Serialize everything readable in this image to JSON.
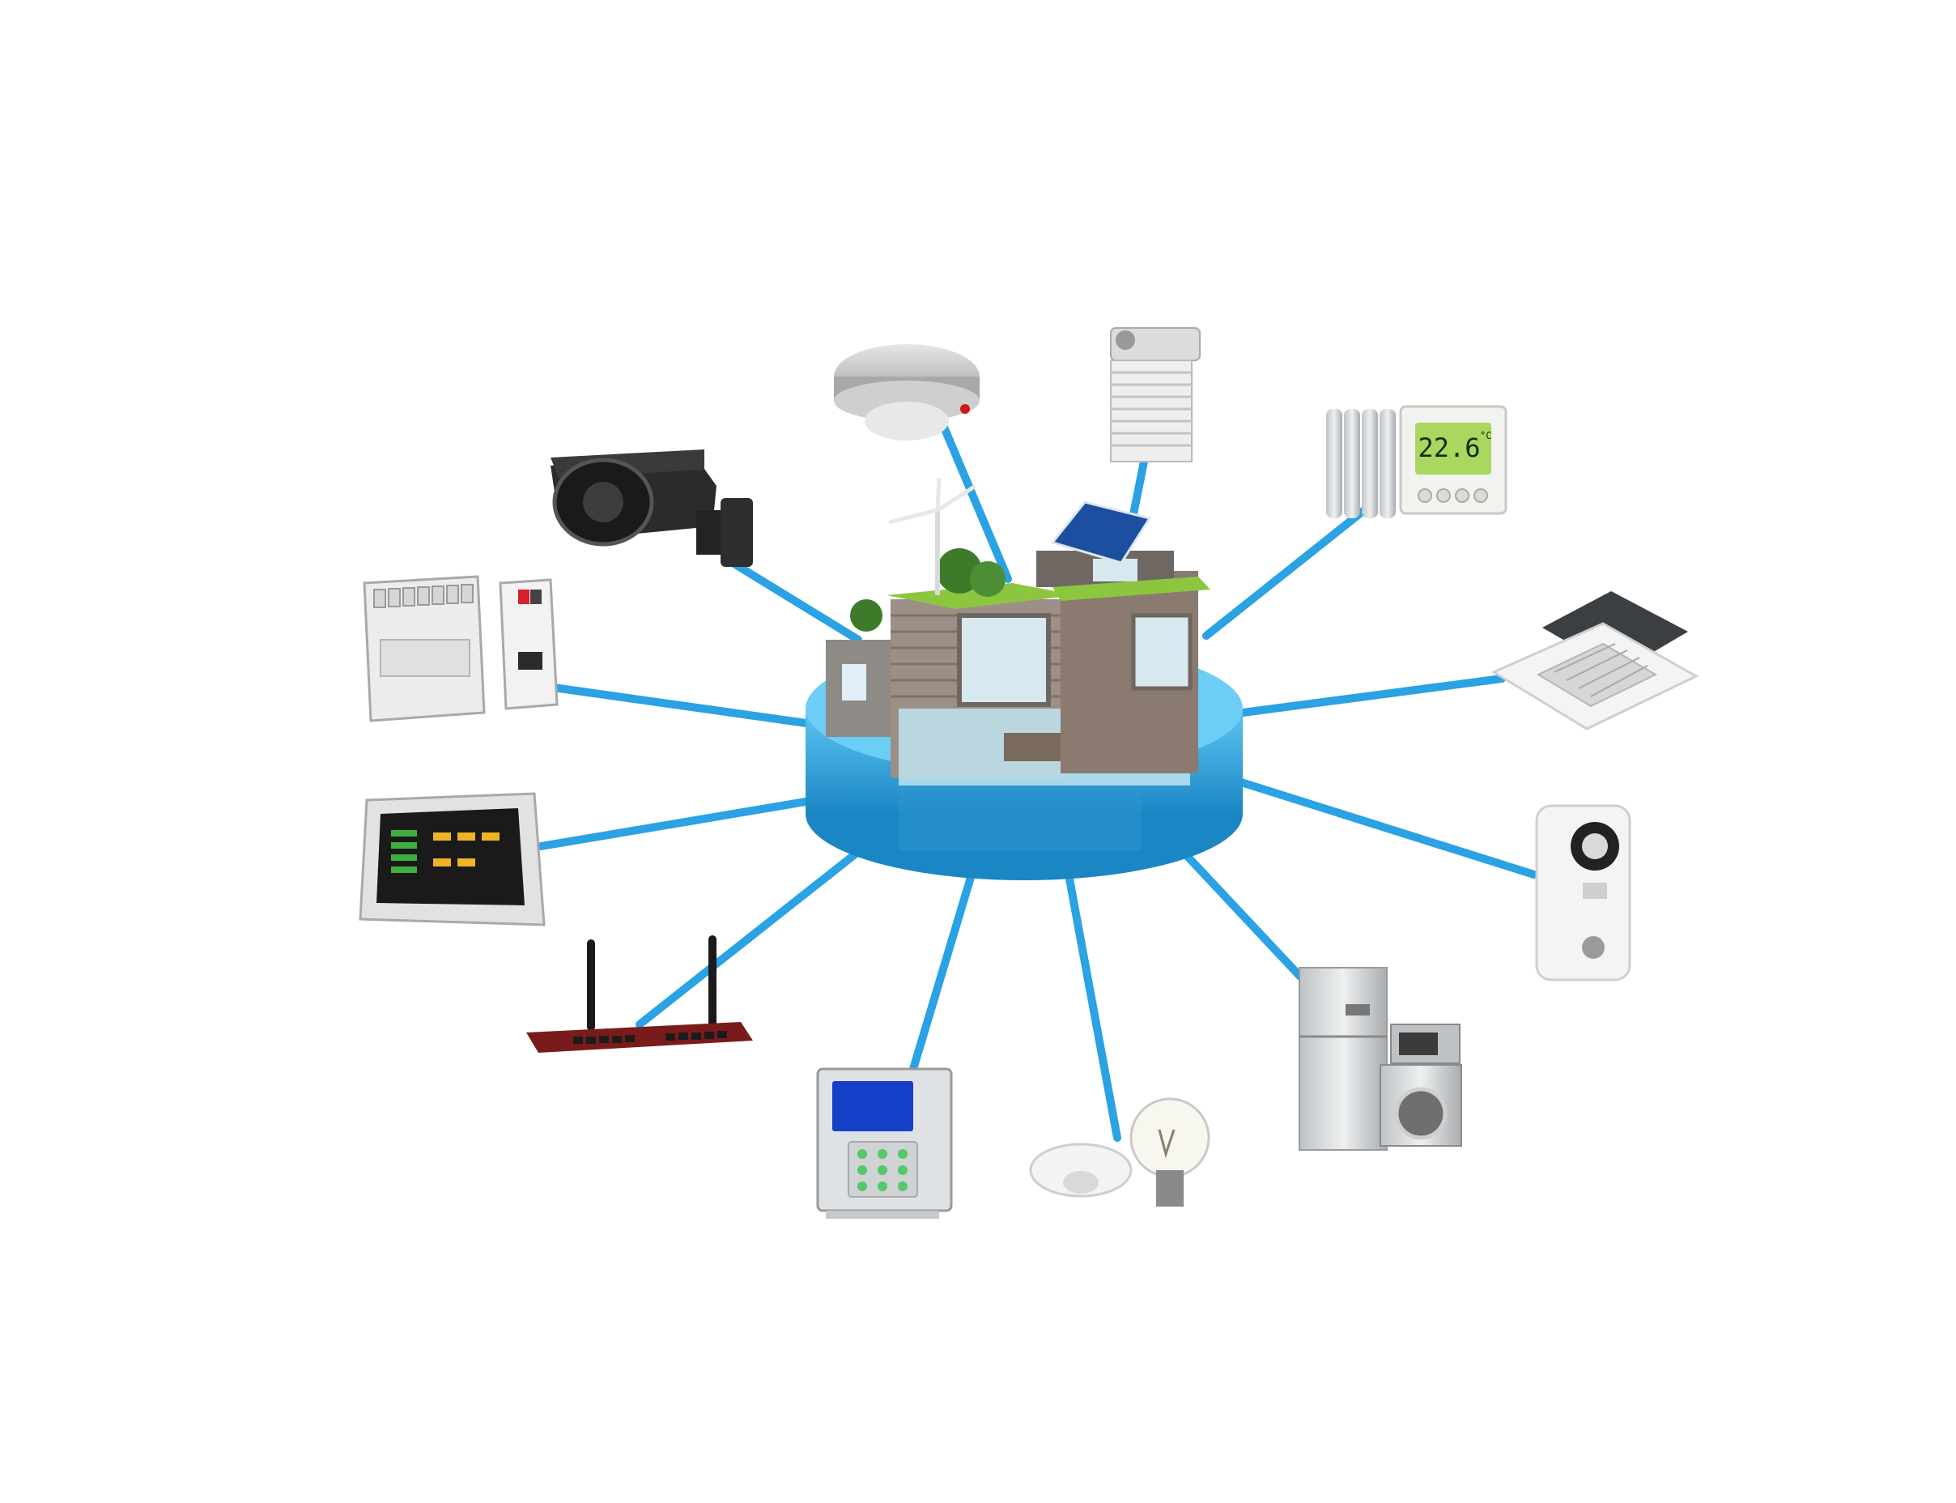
{
  "colors": {
    "connector": "#2aa2e3",
    "hub_water": "#3fb3ea",
    "hub_water_dark": "#1f8dc9",
    "building_wall": "#8a7a6f",
    "building_wood": "#9c8f86",
    "roof_green": "#8cc63f",
    "thermostat_screen": "#a8d860",
    "router_body": "#7a1b1b",
    "camera_body": "#2b2b2b"
  },
  "hub": {
    "icon": "smart-home-building-icon"
  },
  "devices": [
    {
      "id": "cctv",
      "icon": "cctv-camera-icon"
    },
    {
      "id": "smoke",
      "icon": "smoke-detector-icon"
    },
    {
      "id": "blinds",
      "icon": "roller-shutter-icon"
    },
    {
      "id": "heating",
      "icon": "radiator-thermostat-icon"
    },
    {
      "id": "ac",
      "icon": "ceiling-ac-cassette-icon"
    },
    {
      "id": "intercom",
      "icon": "video-doorbell-icon"
    },
    {
      "id": "appliances",
      "icon": "home-appliances-icon"
    },
    {
      "id": "lighting",
      "icon": "light-bulb-sensor-icon"
    },
    {
      "id": "alarm",
      "icon": "alarm-keypad-icon"
    },
    {
      "id": "router",
      "icon": "wifi-router-icon"
    },
    {
      "id": "panel",
      "icon": "touch-panel-icon"
    },
    {
      "id": "knx",
      "icon": "din-rail-actuator-icon"
    }
  ],
  "thermostat": {
    "temperature": "22.6",
    "unit": "°C"
  }
}
